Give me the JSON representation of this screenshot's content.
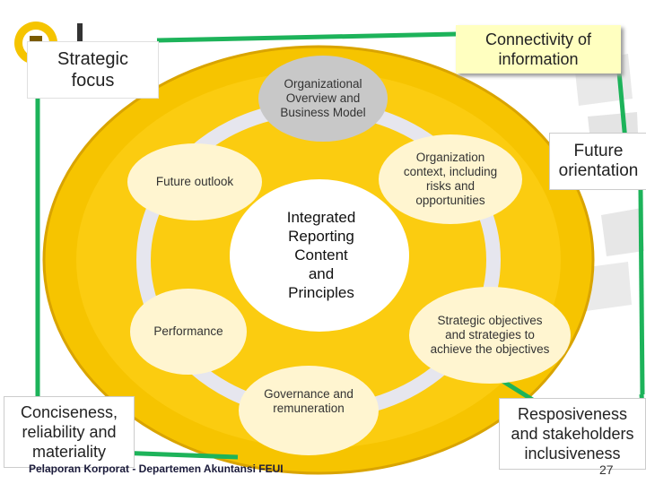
{
  "center": {
    "lines": [
      "Integrated",
      "Reporting",
      "Content",
      "and",
      "Principles"
    ]
  },
  "elements": [
    {
      "id": "org-overview",
      "text": "Organizational Overview and Business Model"
    },
    {
      "id": "org-context",
      "text": "Organization context, including risks and opportunities"
    },
    {
      "id": "strategic-objectives",
      "text": "Strategic objectives and strategies to achieve the objectives"
    },
    {
      "id": "governance",
      "text": "Governance and remuneration"
    },
    {
      "id": "performance",
      "text": "Performance"
    },
    {
      "id": "future-outlook",
      "text": "Future outlook"
    }
  ],
  "principles": {
    "strategic_focus": "Strategic focus",
    "connectivity": "Connectivity of information",
    "future_orientation": "Future orientation",
    "conciseness": "Conciseness, reliability and materiality",
    "responsiveness": "Resposiveness and stakeholders inclusiveness"
  },
  "footer": "Pelaporan Korporat - Departemen Akuntansi FEUI",
  "page_number": "27",
  "colors": {
    "ring_yellow": "#f6c400",
    "ring_edge": "#d9a400",
    "bubble_fill": "#fff5d0",
    "gray_bubble": "#c8c8c8",
    "highlight": "#ffffc0",
    "connector_green": "#1db35a",
    "track": "#e6e6ee"
  }
}
